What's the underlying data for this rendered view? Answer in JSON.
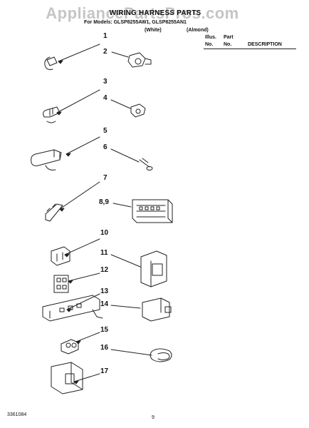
{
  "watermark": "AppliancePartsPros.com",
  "header": {
    "title": "WIRING HARNESS PARTS",
    "subtitle": "For Models: GLSP8255AW1, GLSP8255AN1",
    "variant_white": "(White)",
    "variant_almond": "(Almond)"
  },
  "table_header": {
    "illus_label": "Illus.",
    "no_label_1": "No.",
    "part_label": "Part",
    "no_label_2": "No.",
    "description_label": "DESCRIPTION"
  },
  "callouts": [
    "1",
    "2",
    "3",
    "4",
    "5",
    "6",
    "7",
    "8,9",
    "10",
    "11",
    "12",
    "13",
    "14",
    "15",
    "16",
    "17"
  ],
  "footer": {
    "doc_number": "3361084",
    "page_number": "9"
  }
}
